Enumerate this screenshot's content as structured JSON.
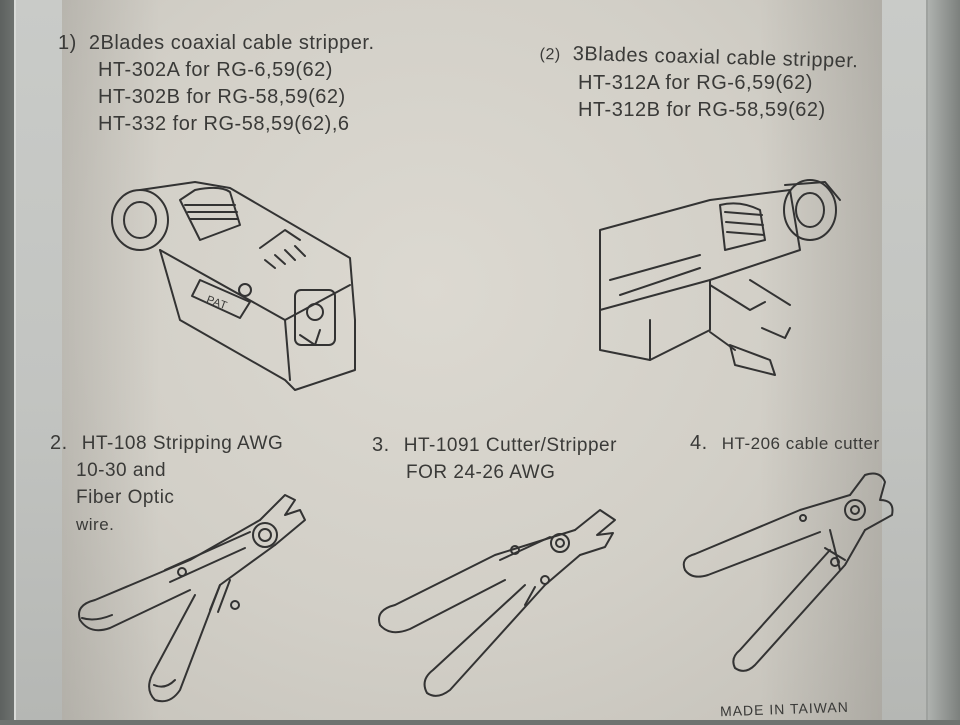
{
  "section1": {
    "marker": "1)",
    "title": "2Blades coaxial cable stripper.",
    "lines": [
      "HT-302A for RG-6,59(62)",
      "HT-302B for RG-58,59(62)",
      "HT-332 for RG-58,59(62),6"
    ]
  },
  "section2": {
    "marker": "(2)",
    "title": "3Blades coaxial cable stripper.",
    "lines": [
      "HT-312A for RG-6,59(62)",
      "HT-312B for RG-58,59(62)"
    ]
  },
  "tool1": {
    "marker": "2.",
    "lines": [
      "HT-108 Stripping AWG",
      "10-30 and",
      "Fiber Optic",
      "wire."
    ]
  },
  "tool2": {
    "marker": "3.",
    "lines": [
      "HT-1091 Cutter/Stripper",
      "FOR 24-26 AWG"
    ]
  },
  "tool3": {
    "marker": "4.",
    "lines": [
      "HT-206 cable cutter"
    ]
  },
  "footer": {
    "made_in": "MADE IN TAIWAN"
  },
  "stripper_label": "PAT",
  "colors": {
    "card": "#d6d3cb",
    "ink": "#3a3a38",
    "sleeve": "#c4c6c3"
  }
}
